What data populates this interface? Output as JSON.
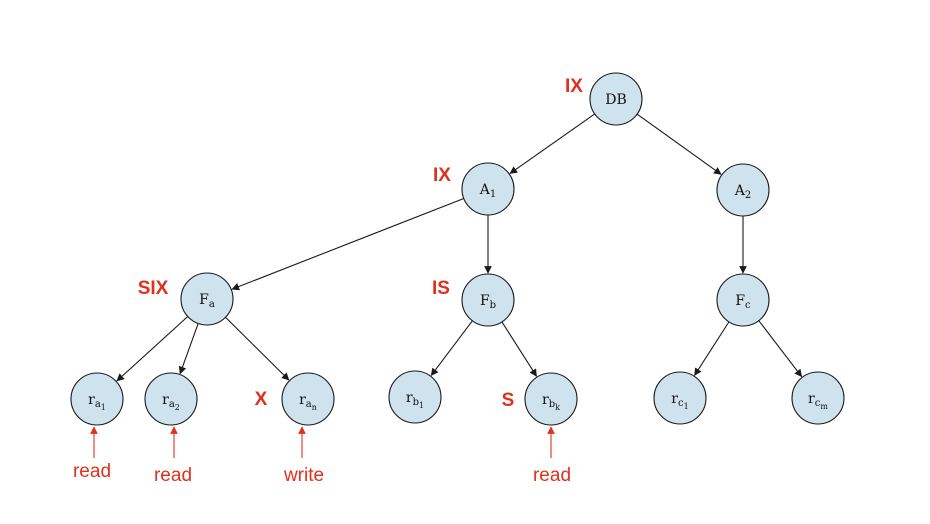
{
  "nodes": [
    {
      "id": "db",
      "label": "DB",
      "sub": "",
      "subsub": ""
    },
    {
      "id": "a1",
      "label": "A",
      "sub": "1",
      "subsub": ""
    },
    {
      "id": "a2",
      "label": "A",
      "sub": "2",
      "subsub": ""
    },
    {
      "id": "fa",
      "label": "F",
      "sub": "a",
      "subsub": ""
    },
    {
      "id": "fb",
      "label": "F",
      "sub": "b",
      "subsub": ""
    },
    {
      "id": "fc",
      "label": "F",
      "sub": "c",
      "subsub": ""
    },
    {
      "id": "ra1",
      "label": "r",
      "sub": "a",
      "subsub": "1"
    },
    {
      "id": "ra2",
      "label": "r",
      "sub": "a",
      "subsub": "2"
    },
    {
      "id": "ran",
      "label": "r",
      "sub": "a",
      "subsub": "n"
    },
    {
      "id": "rb1",
      "label": "r",
      "sub": "b",
      "subsub": "1"
    },
    {
      "id": "rbk",
      "label": "r",
      "sub": "b",
      "subsub": "k"
    },
    {
      "id": "rc1",
      "label": "r",
      "sub": "c",
      "subsub": "1"
    },
    {
      "id": "rcm",
      "label": "r",
      "sub": "c",
      "subsub": "m"
    }
  ],
  "edges": [
    [
      "db",
      "a1"
    ],
    [
      "db",
      "a2"
    ],
    [
      "a1",
      "fa"
    ],
    [
      "a1",
      "fb"
    ],
    [
      "a2",
      "fc"
    ],
    [
      "fa",
      "ra1"
    ],
    [
      "fa",
      "ra2"
    ],
    [
      "fa",
      "ran"
    ],
    [
      "fb",
      "rb1"
    ],
    [
      "fb",
      "rbk"
    ],
    [
      "fc",
      "rc1"
    ],
    [
      "fc",
      "rcm"
    ]
  ],
  "locks": [
    {
      "node": "db",
      "text": "IX"
    },
    {
      "node": "a1",
      "text": "IX"
    },
    {
      "node": "fa",
      "text": "SIX"
    },
    {
      "node": "fb",
      "text": "IS"
    },
    {
      "node": "ran",
      "text": "X"
    },
    {
      "node": "rbk",
      "text": "S"
    }
  ],
  "operations": [
    {
      "node": "ra1",
      "text": "read"
    },
    {
      "node": "ra2",
      "text": "read"
    },
    {
      "node": "ran",
      "text": "write"
    },
    {
      "node": "rbk",
      "text": "read"
    }
  ],
  "colors": {
    "node_fill": "#cfe3ef",
    "node_stroke": "#1a1a1a",
    "lock_text": "#e0301e",
    "edge": "#1a1a1a"
  }
}
